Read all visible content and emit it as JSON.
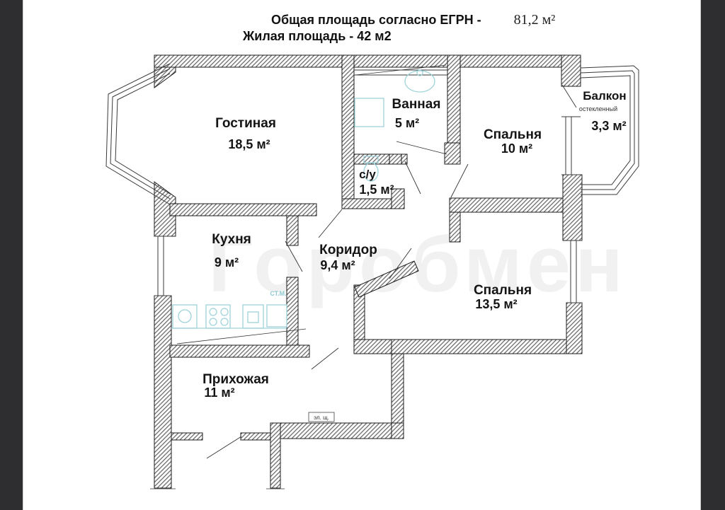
{
  "header": {
    "title_line1_prefix": "Общая площадь согласно ЕГРН -",
    "title_line1_value": "81,2 м²",
    "title_line2": "Жилая площадь - 42 м2"
  },
  "watermark": "Горобмен",
  "rooms": [
    {
      "name": "Гостиная",
      "area": "18,5 м²"
    },
    {
      "name": "Ванная",
      "area": "5 м²"
    },
    {
      "name": "Спальня",
      "area": "10 м²"
    },
    {
      "name": "Балкон",
      "note": "остекленный",
      "area": "3,3 м²"
    },
    {
      "name": "с/у",
      "area": "1,5 м²"
    },
    {
      "name": "Кухня",
      "area": "9 м²"
    },
    {
      "name": "Коридор",
      "area": "9,4 м²"
    },
    {
      "name": "Спальня",
      "area": "13,5 м²"
    },
    {
      "name": "Прихожая",
      "area": "11 м²"
    }
  ],
  "annotations": {
    "electrical_panel": "эл. щ.",
    "washing_machine": "СТ.М."
  },
  "colors": {
    "wall_hatch": "#6a6a6a",
    "fixture": "#9fd3da",
    "edge_bar": "#2e2e30",
    "watermark_tint": "rgba(0,0,0,0.055)"
  }
}
